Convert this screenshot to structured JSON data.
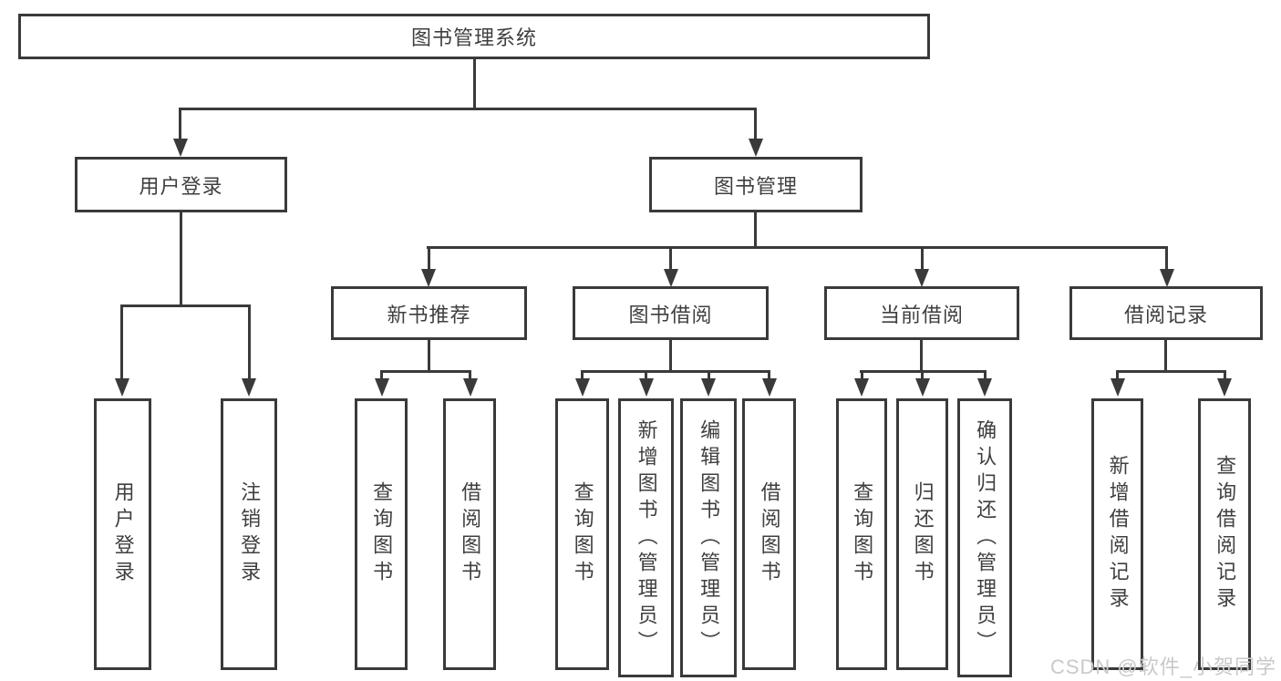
{
  "diagram_title": "图书管理系统",
  "nodes": {
    "root": {
      "label": "图书管理系统"
    },
    "user_login": {
      "label": "用户登录"
    },
    "book_mgmt": {
      "label": "图书管理"
    },
    "ul_login": {
      "label": "用户登录"
    },
    "ul_logout": {
      "label": "注销登录"
    },
    "new_book_rec": {
      "label": "新书推荐"
    },
    "book_borrow": {
      "label": "图书借阅"
    },
    "current_borrow": {
      "label": "当前借阅"
    },
    "borrow_records": {
      "label": "借阅记录"
    },
    "nbr_query": {
      "label": "查询图书"
    },
    "nbr_borrow": {
      "label": "借阅图书"
    },
    "bb_query": {
      "label": "查询图书"
    },
    "bb_add": {
      "label": "新增图书（管理员）"
    },
    "bb_edit": {
      "label": "编辑图书（管理员）"
    },
    "bb_borrow": {
      "label": "借阅图书"
    },
    "cb_query": {
      "label": "查询图书"
    },
    "cb_return": {
      "label": "归还图书"
    },
    "cb_confirm": {
      "label": "确认归还（管理员）"
    },
    "br_add": {
      "label": "新增借阅记录"
    },
    "br_query": {
      "label": "查询借阅记录"
    }
  },
  "hierarchy": {
    "图书管理系统": {
      "用户登录": [
        "用户登录",
        "注销登录"
      ],
      "图书管理": {
        "新书推荐": [
          "查询图书",
          "借阅图书"
        ],
        "图书借阅": [
          "查询图书",
          "新增图书（管理员）",
          "编辑图书（管理员）",
          "借阅图书"
        ],
        "当前借阅": [
          "查询图书",
          "归还图书",
          "确认归还（管理员）"
        ],
        "借阅记录": [
          "新增借阅记录",
          "查询借阅记录"
        ]
      }
    }
  },
  "watermark": {
    "text": "CSDN @软件_小贺同学"
  },
  "colors": {
    "line": "#3a3a3a",
    "text": "#3f3f3f",
    "watermark": "#c9c9c9",
    "background": "#ffffff"
  }
}
